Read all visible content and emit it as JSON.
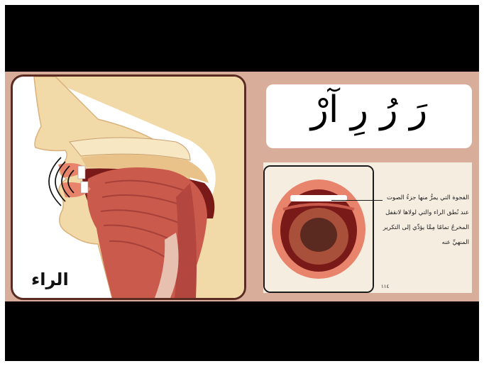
{
  "slide": {
    "head_caption": "الراء",
    "letters": "رَ رُ رِ آرْ",
    "mouth_text": [
      "الفجوة التي يمرُّ منها جزءُ الصوت",
      "عند نُطق الراء والتي لولاها لانقفل",
      "المخرجُ تمامًا مِمَّا يؤدِّي إلى التكرير",
      "المنهيِّ عنه"
    ],
    "page_number": "١١٤"
  },
  "colors": {
    "frame": "#000000",
    "slide_background": "#d8ae9a",
    "panel_border": "#5b2b22",
    "skin": "#f2d9a8",
    "muscle": "#c95a4c",
    "lips": "#e8836c"
  },
  "icons": [
    "head-cross-section-illustration",
    "open-mouth-illustration",
    "sound-waves-icon"
  ]
}
